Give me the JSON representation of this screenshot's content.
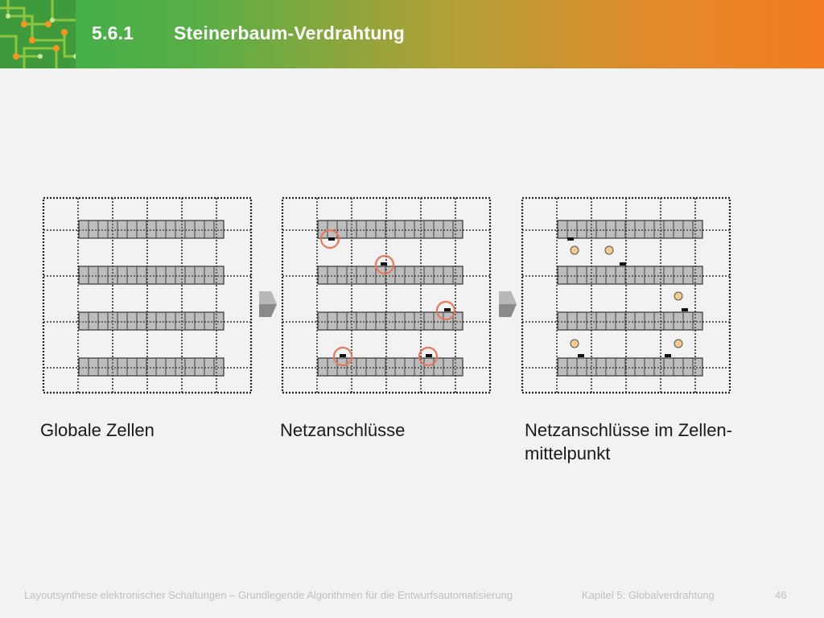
{
  "header": {
    "section_number": "5.6.1",
    "title": "Steinerbaum-Verdrahtung"
  },
  "captions": {
    "panel1": "Globale Zellen",
    "panel2": "Netzanschlüsse",
    "panel3_line1": "Netzanschlüsse im Zellen-",
    "panel3_line2": "mittelpunkt"
  },
  "footer": {
    "course": "Layoutsynthese elektronischer Schaltungen – Grundlegende Algorithmen für die Entwurfsautomatisierung",
    "chapter": "Kapitel 5: Globalverdrahtung",
    "page": "46"
  },
  "colors": {
    "header_start": "#39b04a",
    "header_end": "#f47b20",
    "pin_circle": "#e8775a",
    "center_marker": "#f7c98a",
    "row_fill": "#bdbdbd"
  }
}
